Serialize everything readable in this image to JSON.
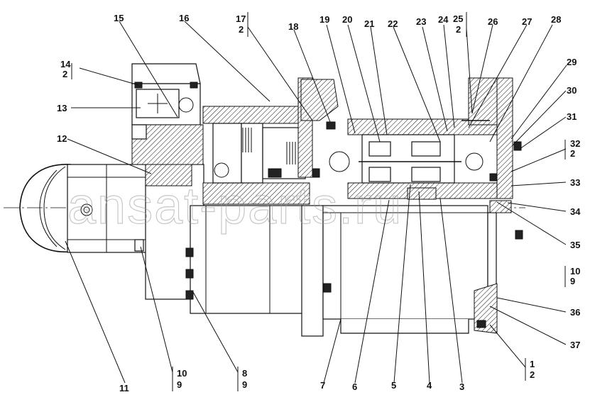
{
  "watermark": "ansat-parts.ru",
  "callouts": [
    {
      "id": "c15",
      "text": "15"
    },
    {
      "id": "c16",
      "text": "16"
    },
    {
      "id": "c17",
      "num": "17",
      "den": "2"
    },
    {
      "id": "c18",
      "text": "18"
    },
    {
      "id": "c19",
      "text": "19"
    },
    {
      "id": "c20",
      "text": "20"
    },
    {
      "id": "c21",
      "text": "21"
    },
    {
      "id": "c22",
      "text": "22"
    },
    {
      "id": "c23",
      "text": "23"
    },
    {
      "id": "c24",
      "text": "24"
    },
    {
      "id": "c25",
      "num": "25",
      "den": "2"
    },
    {
      "id": "c26",
      "text": "26"
    },
    {
      "id": "c27",
      "text": "27"
    },
    {
      "id": "c28",
      "text": "28"
    },
    {
      "id": "c29",
      "text": "29"
    },
    {
      "id": "c30",
      "text": "30"
    },
    {
      "id": "c31",
      "text": "31"
    },
    {
      "id": "c32",
      "num": "32",
      "den": "2"
    },
    {
      "id": "c33",
      "text": "33"
    },
    {
      "id": "c34",
      "text": "34"
    },
    {
      "id": "c35",
      "text": "35"
    },
    {
      "id": "c10r",
      "num": "10",
      "den": "9"
    },
    {
      "id": "c36",
      "text": "36"
    },
    {
      "id": "c37",
      "text": "37"
    },
    {
      "id": "c1",
      "num": "1",
      "den": "2"
    },
    {
      "id": "c3",
      "text": "3"
    },
    {
      "id": "c4",
      "text": "4"
    },
    {
      "id": "c5",
      "text": "5"
    },
    {
      "id": "c6",
      "text": "6"
    },
    {
      "id": "c7",
      "text": "7"
    },
    {
      "id": "c8",
      "num": "8",
      "den": "9"
    },
    {
      "id": "c10l",
      "num": "10",
      "den": "9"
    },
    {
      "id": "c11",
      "text": "11"
    },
    {
      "id": "c12",
      "text": "12"
    },
    {
      "id": "c13",
      "text": "13"
    },
    {
      "id": "c14",
      "num": "14",
      "den": "2"
    }
  ]
}
